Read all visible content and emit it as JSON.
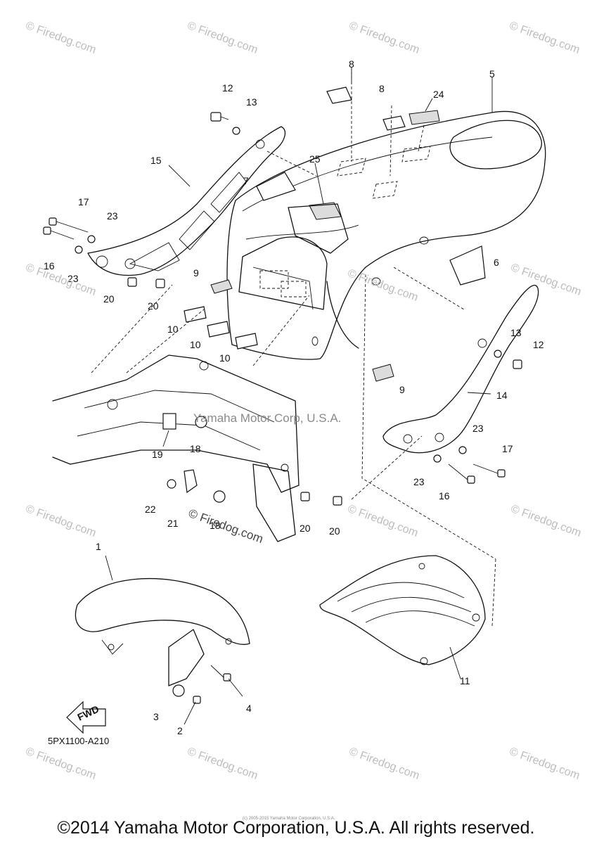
{
  "watermark": {
    "text": "© Firedog.com",
    "center_text": "Yamaha Motor Corp, U.S.A.",
    "mid_text": "© Firedog.com"
  },
  "diagram_code": "5PX1100-A210",
  "fwd_label": "FWD",
  "tiny_note": "(c) 2005-2015 Yamaha Motor Corporation, U.S.A.",
  "copyright": "©2014 Yamaha Motor Corporation, U.S.A. All rights reserved.",
  "callouts": [
    "1",
    "2",
    "3",
    "4",
    "5",
    "6",
    "7",
    "8",
    "8",
    "9",
    "9",
    "10",
    "10",
    "10",
    "11",
    "12",
    "12",
    "13",
    "13",
    "14",
    "15",
    "16",
    "16",
    "17",
    "17",
    "18",
    "18",
    "19",
    "20",
    "20",
    "20",
    "20",
    "21",
    "22",
    "23",
    "23",
    "23",
    "23",
    "24",
    "25"
  ]
}
